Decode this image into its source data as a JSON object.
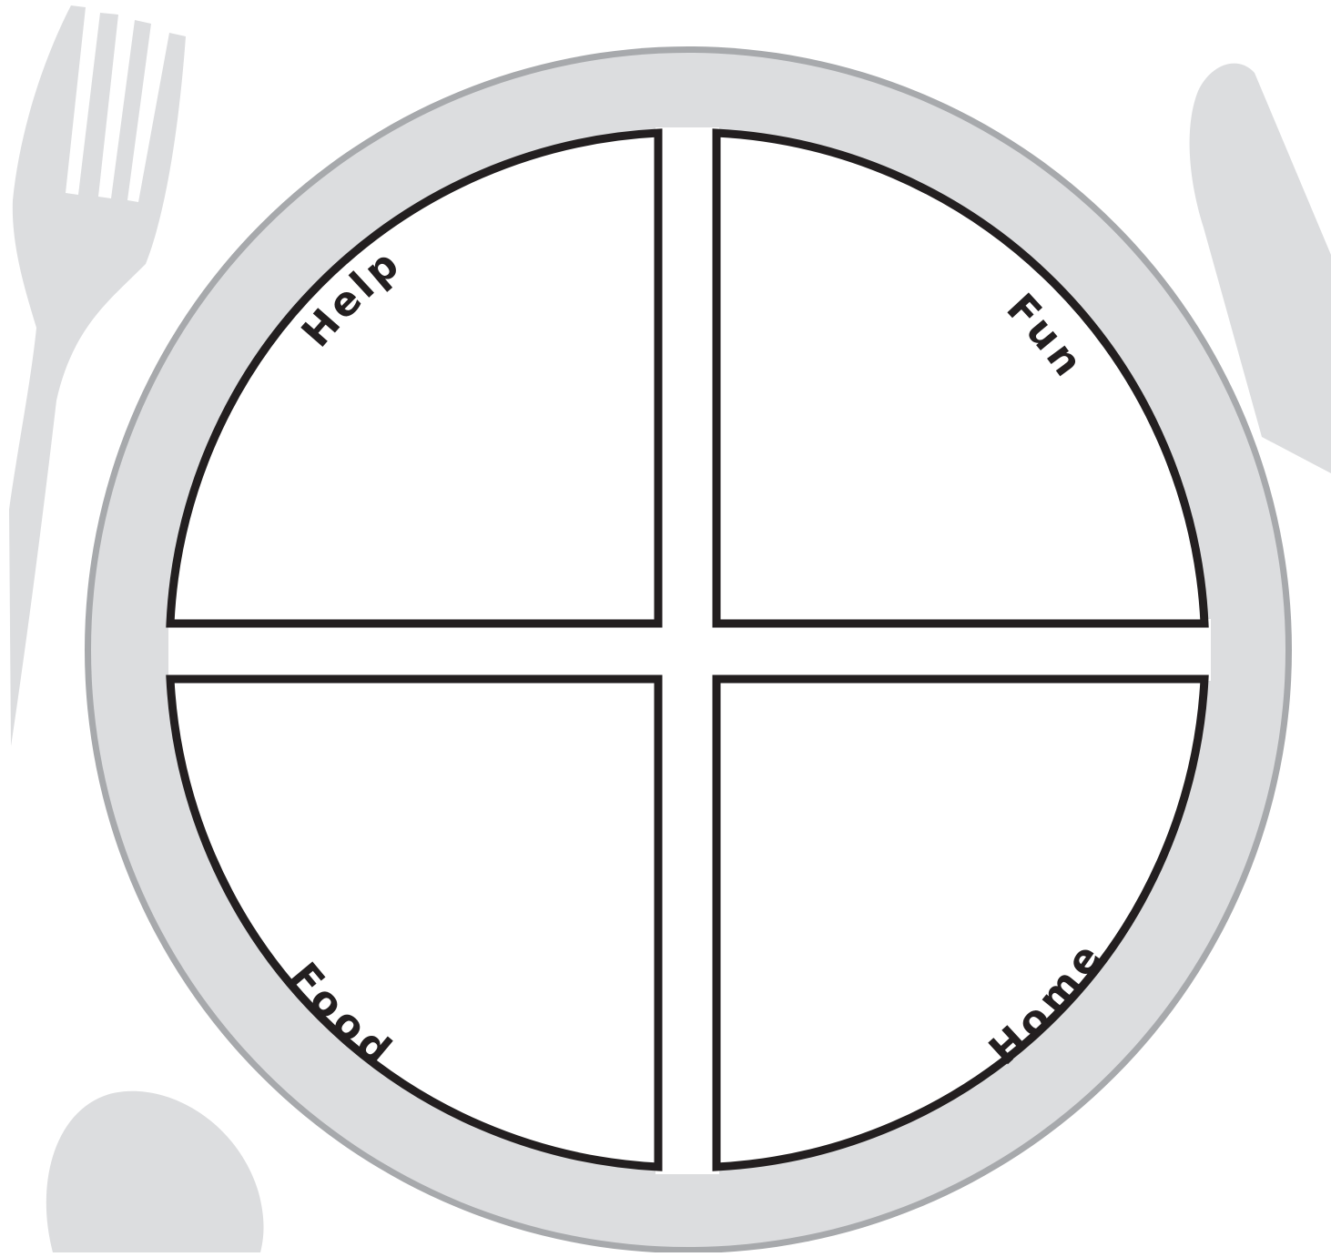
{
  "plate": {
    "quadrants": [
      {
        "id": "help",
        "label": "Help"
      },
      {
        "id": "fun",
        "label": "Fun"
      },
      {
        "id": "food",
        "label": "Food"
      },
      {
        "id": "home",
        "label": "Home"
      }
    ]
  },
  "colors": {
    "background": "#ffffff",
    "utensils": "#dcdddf",
    "plate_rim": "#dcdddf",
    "plate_edge": "#a7a9ac",
    "quadrant_fill": "#ffffff",
    "quadrant_stroke": "#231f20",
    "label_color": "#231f20"
  },
  "icons": {
    "fork": "fork-icon",
    "knife": "knife-icon",
    "spoon": "spoon-icon"
  }
}
